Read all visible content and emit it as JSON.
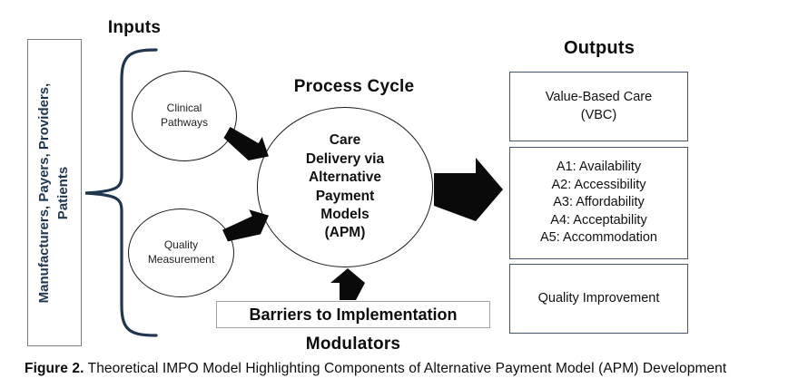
{
  "inputs": {
    "heading": "Inputs",
    "stakeholders": "Manufacturers, Payers, Providers,\nPatients",
    "node1": "Clinical\nPathways",
    "node2": "Quality\nMeasurement"
  },
  "process": {
    "heading": "Process Cycle",
    "core": "Care\nDelivery via\nAlternative\nPayment\nModels\n(APM)"
  },
  "modulators": {
    "barrier": "Barriers to Implementation",
    "heading": "Modulators"
  },
  "outputs": {
    "heading": "Outputs",
    "box1": "Value-Based Care\n(VBC)",
    "box2": "A1: Availability\nA2: Accessibility\nA3: Affordability\nA4: Acceptability\nA5: Accommodation",
    "box3": "Quality Improvement"
  },
  "caption": {
    "label": "Figure 2.",
    "text": "Theoretical IMPO Model Highlighting Components of Alternative Payment Model (APM) Development"
  },
  "colors": {
    "navy": "#1F3550",
    "ink": "#111111",
    "output_border": "#44546A",
    "arrow": "#0a0a0a"
  }
}
